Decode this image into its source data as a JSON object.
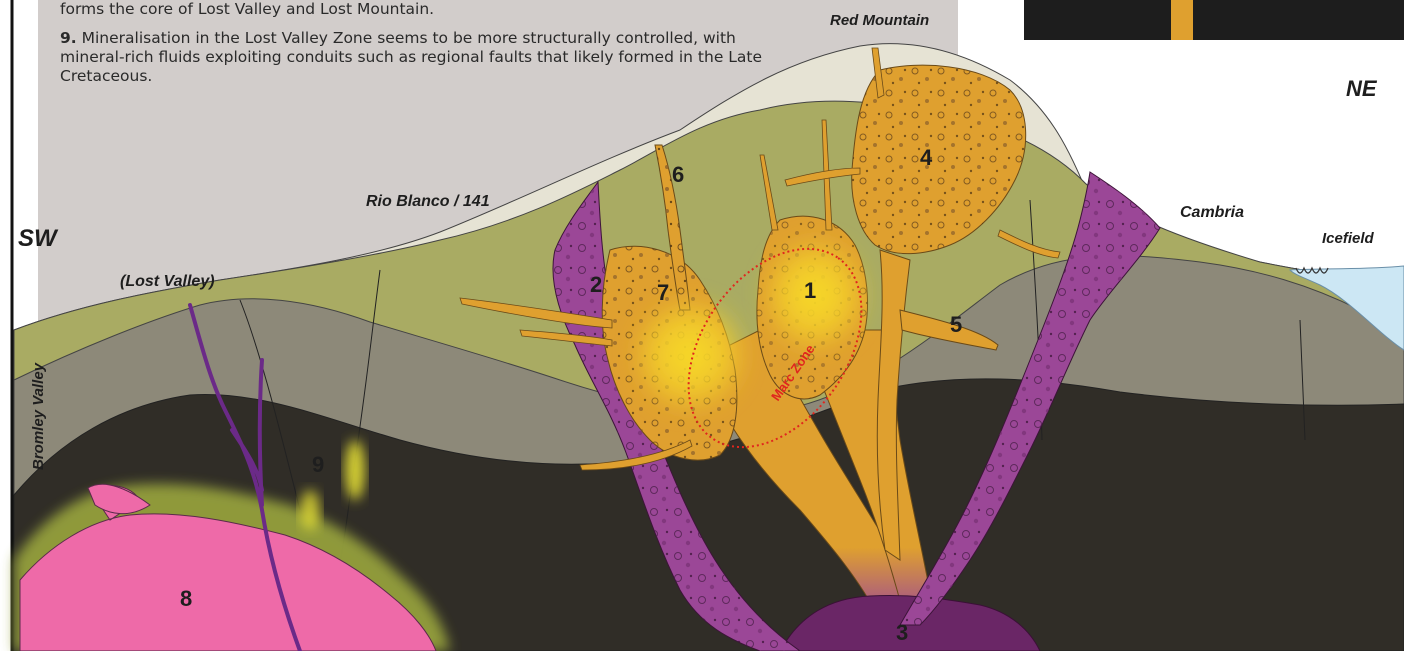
{
  "notes": {
    "line_top": "forms the core of Lost Valley and Lost Mountain.",
    "note9_number": "9.",
    "note9_text": "Mineralisation in the Lost Valley Zone seems to be more structurally controlled, with mineral-rich fluids exploiting conduits such as regional faults that likely formed in the Late Cretaceous."
  },
  "labels": {
    "red_mountain": "Red Mountain",
    "ne": "NE",
    "sw": "SW",
    "rio_blanco": "Rio Blanco / 141",
    "cambria": "Cambria",
    "icefield": "Icefield",
    "lost_valley": "(Lost Valley)",
    "bromley_valley": "Bromley Valley",
    "marc_zone": "Marc Zone"
  },
  "numbers": {
    "n1": "1",
    "n2": "2",
    "n3": "3",
    "n4": "4",
    "n5": "5",
    "n6": "6",
    "n7": "7",
    "n8": "8",
    "n9": "9"
  },
  "colors": {
    "panel": "#d2cdcb",
    "olive": "#a9ab63",
    "taupe": "#8d8979",
    "dark": "#302d27",
    "cream": "#e6e3d4",
    "purple": "#9b4797",
    "orange": "#dfa02f",
    "yellow": "#f6d426",
    "pink": "#ee6aa8",
    "vein": "#6b2a88",
    "ice": "#cce7f4"
  }
}
